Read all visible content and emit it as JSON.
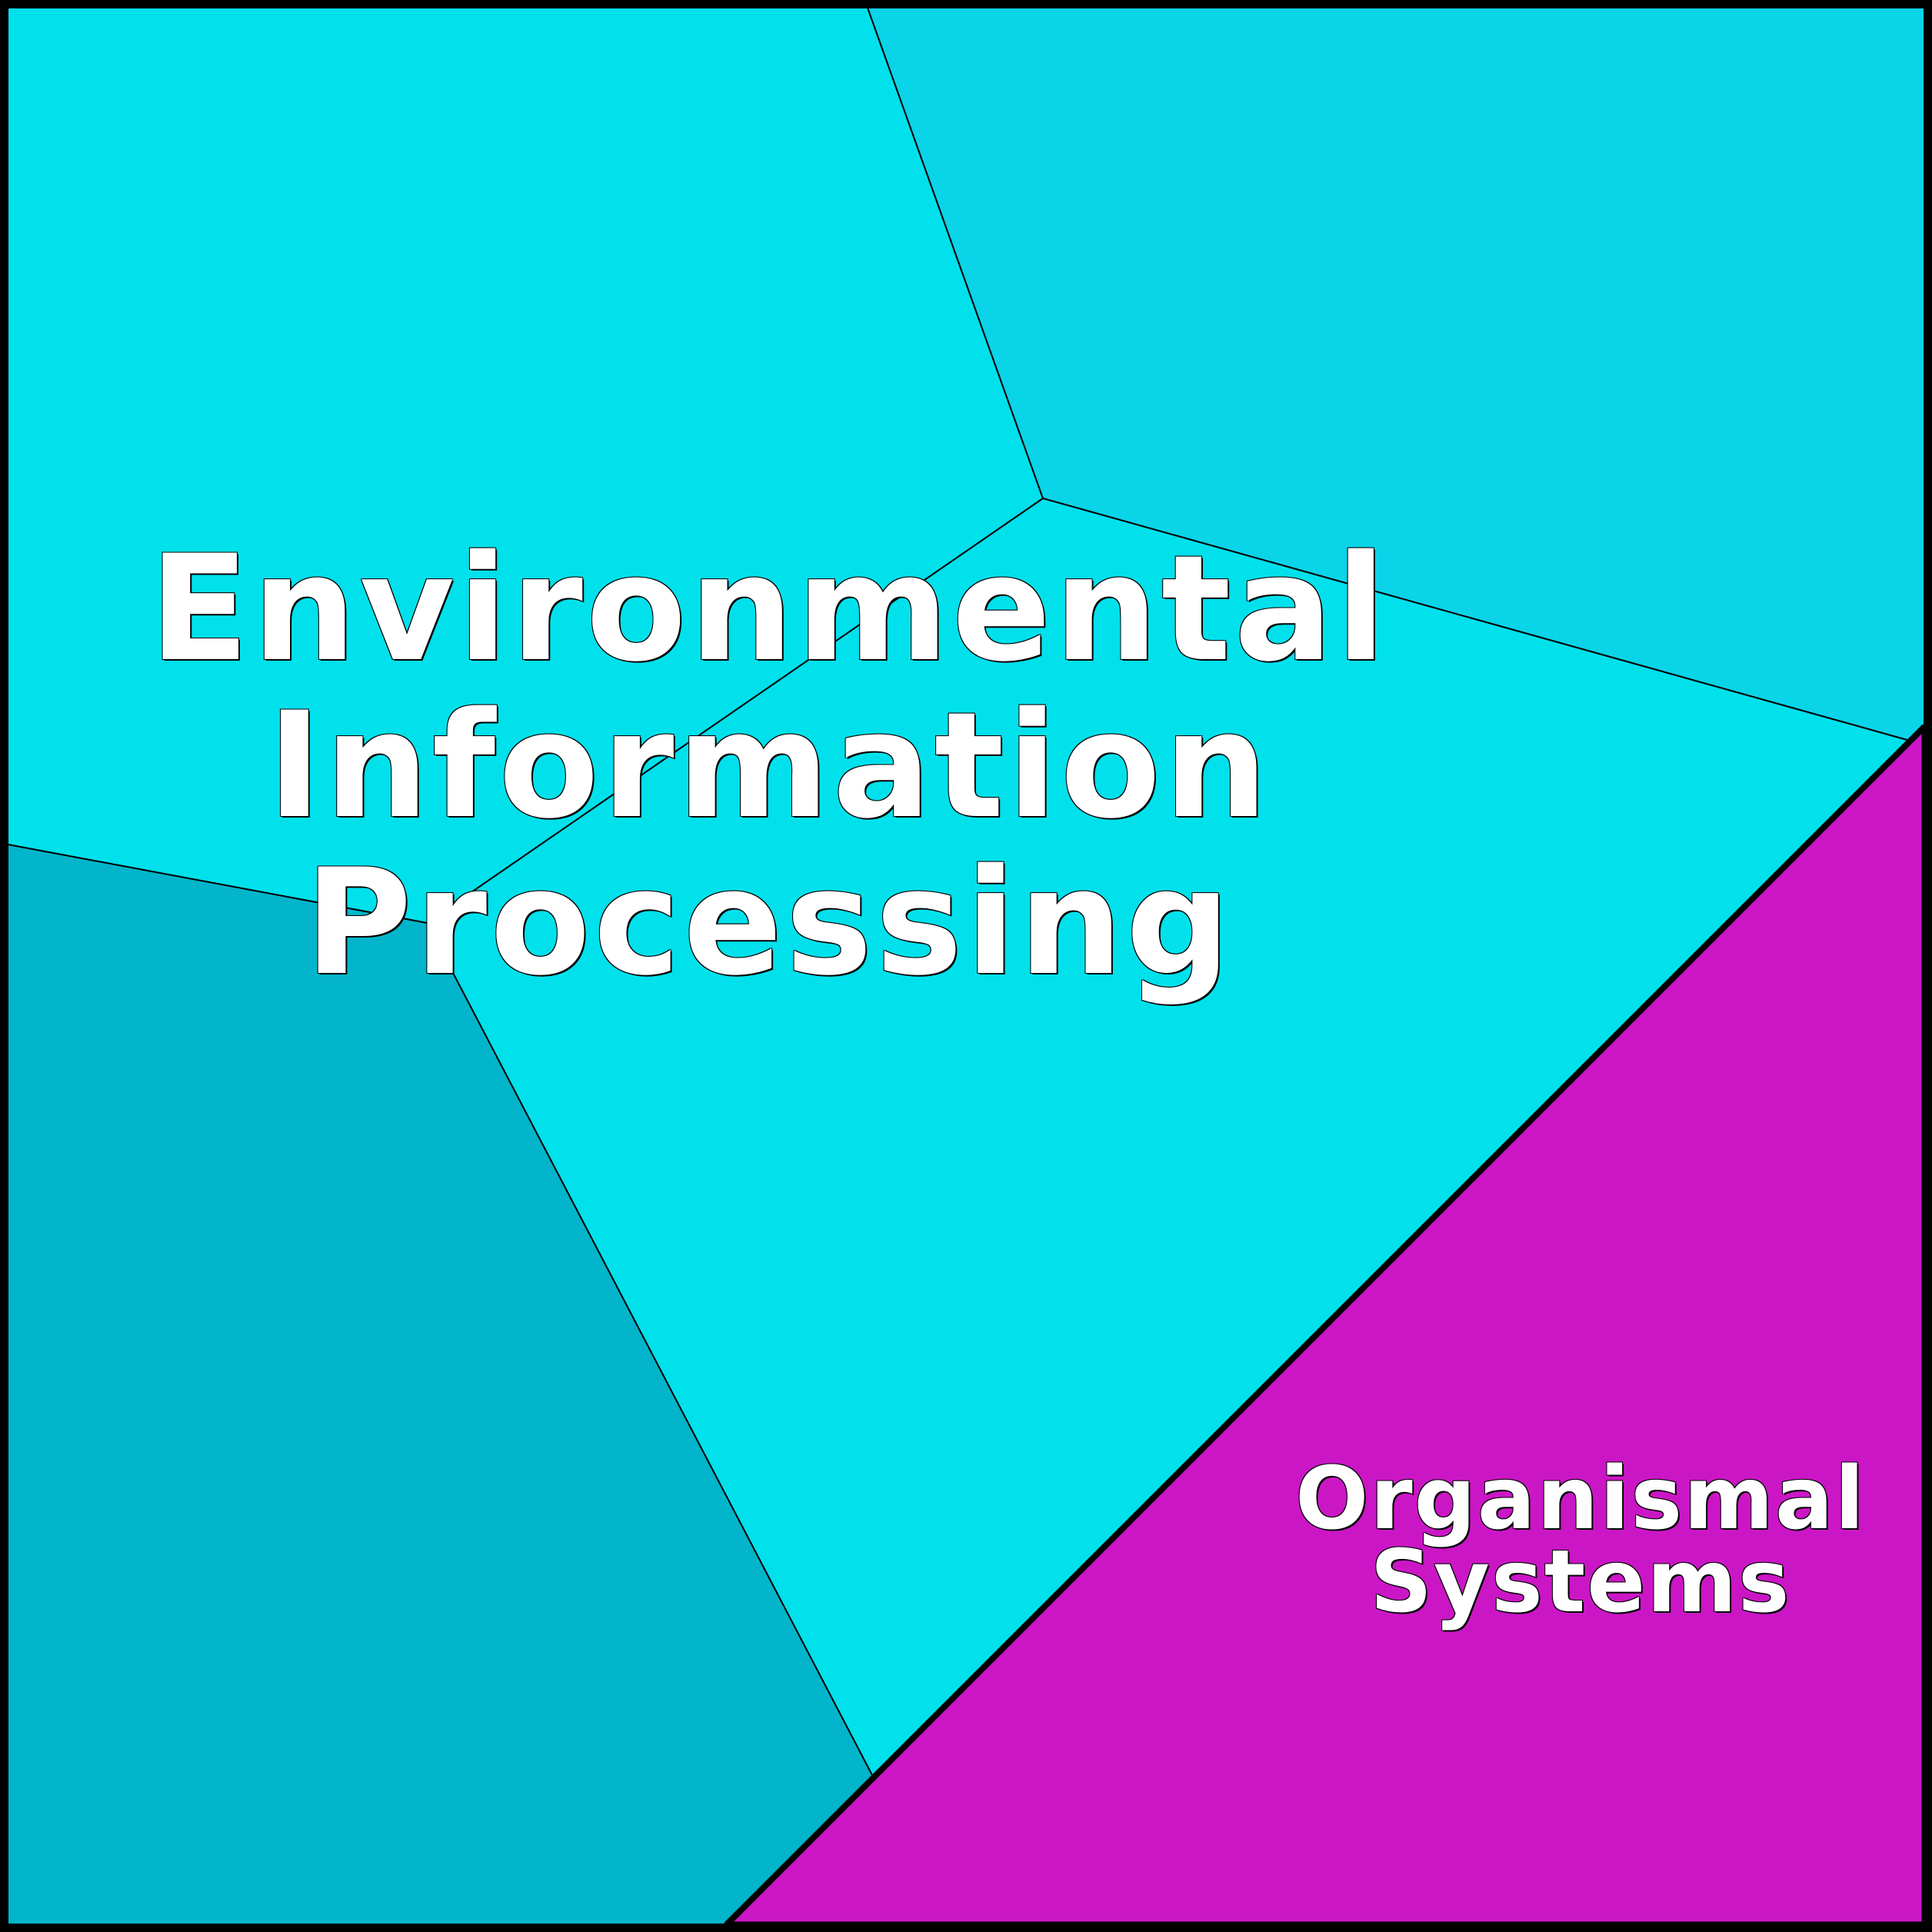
{
  "diagram": {
    "type": "voronoi-treemap",
    "colors": {
      "border": "#000000",
      "environmental_main": "#00E1EC",
      "environmental_top_right": "#0AD4E8",
      "environmental_bottom_left": "#02B5CA",
      "organismal": "#CB16C6",
      "label_text": "#FFFFFF"
    },
    "regions": [
      {
        "id": "env-top-left",
        "parent": "Environmental Information Processing",
        "color": "#00E1EC"
      },
      {
        "id": "env-top-right",
        "parent": "Environmental Information Processing",
        "color": "#0AD4E8"
      },
      {
        "id": "env-center",
        "parent": "Environmental Information Processing",
        "color": "#00E1EC"
      },
      {
        "id": "env-bottom-left",
        "parent": "Environmental Information Processing",
        "color": "#02B5CA"
      },
      {
        "id": "organismal",
        "parent": "Organismal Systems",
        "color": "#CB16C6"
      }
    ],
    "labels": {
      "main": {
        "line1": "Environmental",
        "line2": "Information",
        "line3": "Processing"
      },
      "organismal": {
        "line1": "Organismal",
        "line2": "Systems"
      }
    }
  }
}
